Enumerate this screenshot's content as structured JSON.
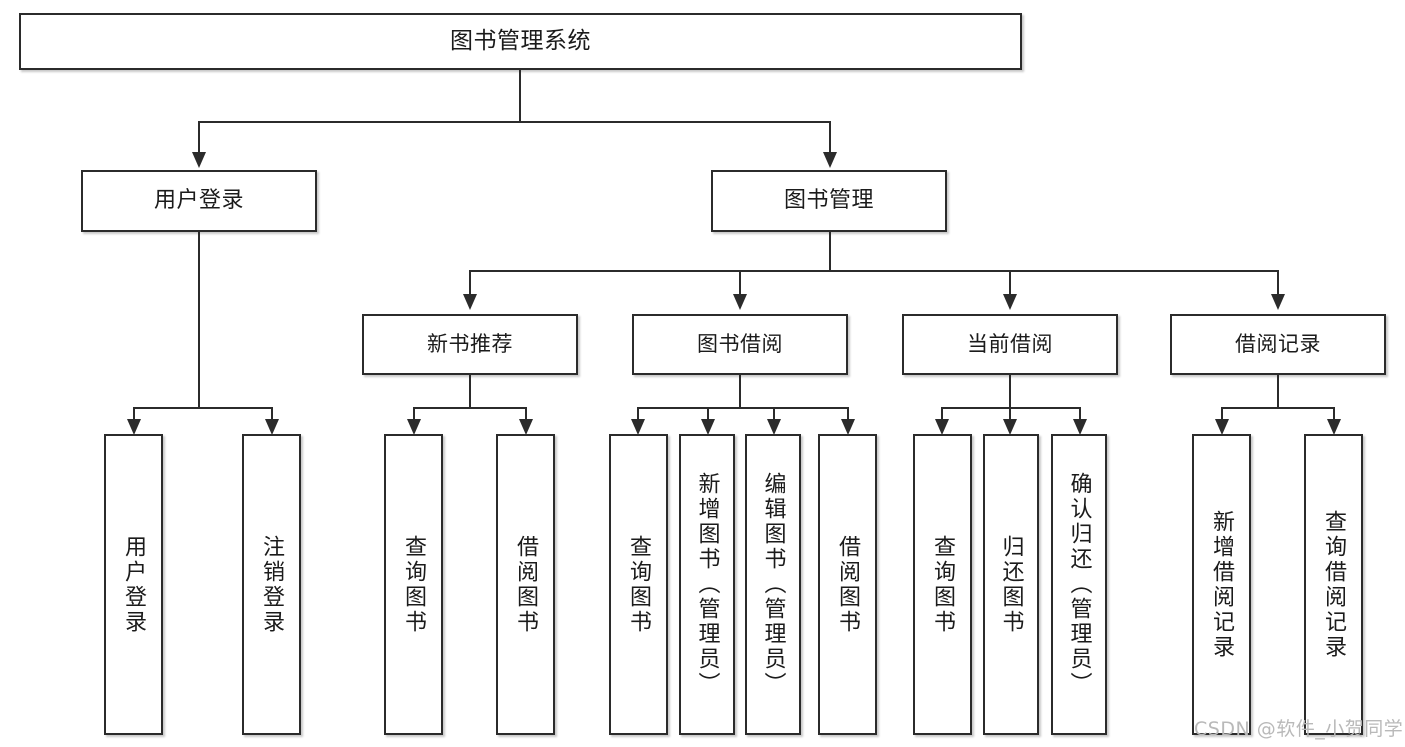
{
  "diagram": {
    "title": "图书管理系统",
    "type": "tree-hierarchy-diagram",
    "colors": {
      "stroke": "#2b2b2b",
      "fill": "#ffffff",
      "text": "#1b1b1b",
      "watermark": "#b9b9b9"
    },
    "root": {
      "label": "图书管理系统"
    },
    "level2": [
      {
        "label": "用户登录"
      },
      {
        "label": "图书管理"
      }
    ],
    "level3": [
      {
        "label": "新书推荐"
      },
      {
        "label": "图书借阅"
      },
      {
        "label": "当前借阅"
      },
      {
        "label": "借阅记录"
      }
    ],
    "leaves": {
      "user_login": [
        {
          "label": "用户登录"
        },
        {
          "label": "注销登录"
        }
      ],
      "new_book_recommend": [
        {
          "label": "查询图书"
        },
        {
          "label": "借阅图书"
        }
      ],
      "book_borrow": [
        {
          "label": "查询图书"
        },
        {
          "label": "新增图书（管理员）"
        },
        {
          "label": "编辑图书（管理员）"
        },
        {
          "label": "借阅图书"
        }
      ],
      "current_borrow": [
        {
          "label": "查询图书"
        },
        {
          "label": "归还图书"
        },
        {
          "label": "确认归还（管理员）"
        }
      ],
      "borrow_record": [
        {
          "label": "新增借阅记录"
        },
        {
          "label": "查询借阅记录"
        }
      ]
    }
  },
  "watermark": {
    "text": "CSDN @软件_小贺同学"
  }
}
